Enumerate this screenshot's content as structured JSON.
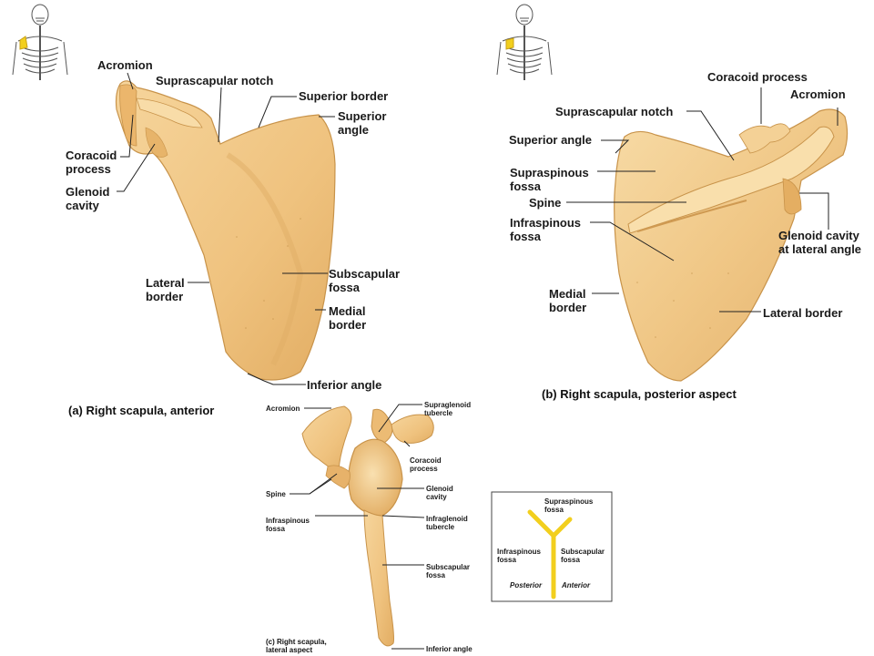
{
  "panel_a": {
    "caption": "(a) Right scapula, anterior",
    "labels": {
      "acromion": "Acromion",
      "suprascapular_notch": "Suprascapular notch",
      "superior_border": "Superior border",
      "superior_angle": "Superior\nangle",
      "coracoid_process": "Coracoid\nprocess",
      "glenoid_cavity": "Glenoid\ncavity",
      "lateral_border": "Lateral\nborder",
      "subscapular_fossa": "Subscapular\nfossa",
      "medial_border": "Medial\nborder",
      "inferior_angle": "Inferior angle"
    }
  },
  "panel_b": {
    "caption": "(b) Right scapula, posterior aspect",
    "labels": {
      "coracoid_process": "Coracoid process",
      "acromion": "Acromion",
      "suprascapular_notch": "Suprascapular notch",
      "superior_angle": "Superior angle",
      "supraspinous_fossa": "Supraspinous\nfossa",
      "spine": "Spine",
      "infraspinous_fossa": "Infraspinous\nfossa",
      "glenoid_cavity": "Glenoid cavity\nat lateral angle",
      "medial_border": "Medial\nborder",
      "lateral_border": "Lateral border"
    }
  },
  "panel_c": {
    "caption": "(c) Right scapula,\nlateral aspect",
    "labels": {
      "acromion": "Acromion",
      "supraglenoid_tubercle": "Supraglenoid\ntubercle",
      "coracoid_process": "Coracoid\nprocess",
      "spine": "Spine",
      "glenoid_cavity": "Glenoid\ncavity",
      "infraspinous_fossa": "Infraspinous\nfossa",
      "infraglenoid_tubercle": "Infraglenoid\ntubercle",
      "subscapular_fossa": "Subscapular\nfossa",
      "inferior_angle": "Inferior angle"
    }
  },
  "key_diagram": {
    "supraspinous": "Supraspinous\nfossa",
    "infraspinous": "Infraspinous\nfossa",
    "subscapular": "Subscapular\nfossa",
    "posterior": "Posterior",
    "anterior": "Anterior",
    "colors": {
      "y_shape": "#f2cf1e",
      "border": "#444444"
    }
  },
  "colors": {
    "bone": "#f1c889",
    "bone_shadow": "#d9a55a",
    "bone_light": "#fbe3b4",
    "leader": "#222222"
  }
}
